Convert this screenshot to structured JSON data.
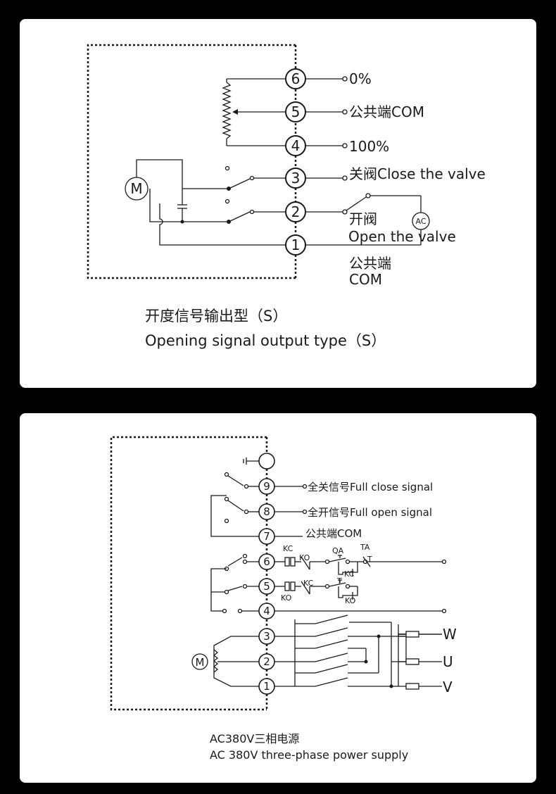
{
  "diagram1": {
    "terminals": [
      "6",
      "5",
      "4",
      "3",
      "2",
      "1"
    ],
    "labels": {
      "t6": "0%",
      "t5": "公共端COM",
      "t4": "100%",
      "t3": "关阀Close the valve",
      "t2a": "开阀",
      "t2b": "Open the valve",
      "t1a": "公共端",
      "t1b": "COM"
    },
    "motor_label": "M",
    "ac_label": "AC",
    "caption": {
      "cn": "开度信号输出型（S）",
      "en": "Opening signal output type（S）"
    }
  },
  "diagram2": {
    "terminals": [
      "9",
      "8",
      "7",
      "6",
      "5",
      "4",
      "3",
      "2",
      "1"
    ],
    "labels": {
      "t9": "全关信号Full close signal",
      "t8": "全开信号Full open signal",
      "t7": "公共端COM",
      "W": "W",
      "U": "U",
      "V": "V"
    },
    "relay_labels": {
      "kc_coil": "KC",
      "ko_contact_top": "KO",
      "qa": "QA",
      "ta": "TA",
      "t_top": "T",
      "kc_contact_top": "KC",
      "ko_coil": "KO",
      "kc_contact_mid": "KC",
      "t_mid": "T",
      "ko_contact_bottom": "KO"
    },
    "motor_label": "M",
    "caption": {
      "cn": "AC380V三相电源",
      "en": "AC 380V three-phase power supply"
    }
  }
}
